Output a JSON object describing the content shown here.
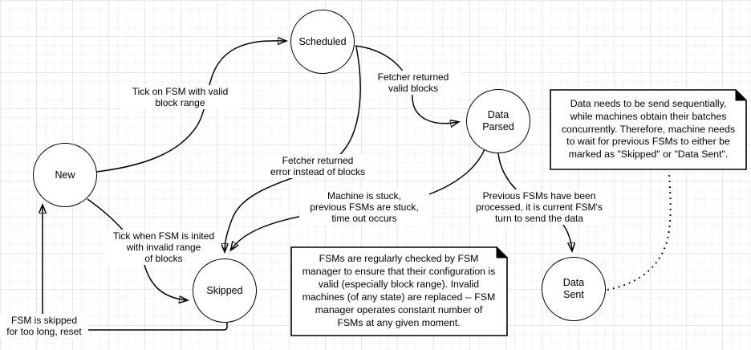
{
  "diagram": {
    "states": [
      {
        "id": "new",
        "label": "New"
      },
      {
        "id": "scheduled",
        "label": "Scheduled"
      },
      {
        "id": "data-parsed",
        "label": "Data\nParsed"
      },
      {
        "id": "skipped",
        "label": "Skipped"
      },
      {
        "id": "data-sent",
        "label": "Data\nSent"
      }
    ],
    "transitions": [
      {
        "from": "New",
        "to": "Scheduled",
        "label": "Tick on FSM with valid\nblock range"
      },
      {
        "from": "Scheduled",
        "to": "Data Parsed",
        "label": "Fetcher returned\nvalid blocks"
      },
      {
        "from": "Scheduled",
        "to": "Skipped",
        "label": "Fetcher returned\nerror instead of blocks"
      },
      {
        "from": "Data Parsed",
        "to": "Skipped",
        "label": "Machine is stuck,\nprevious FSMs are stuck,\ntime out occurs"
      },
      {
        "from": "Data Parsed",
        "to": "Data Sent",
        "label": "Previous FSMs have been\nprocessed, it is current FSM's\nturn to send the data"
      },
      {
        "from": "New",
        "to": "Skipped",
        "label": "Tick when FSM is inited\nwith invalid range\nof blocks"
      },
      {
        "from": "Skipped",
        "to": "New",
        "label": "FSM is skipped\nfor too long, reset"
      }
    ],
    "notes": [
      {
        "id": "note-sequential-send",
        "text": "Data needs to be send sequentially,\nwhile machines obtain their batches\nconcurrently. Therefore, machine needs\nto wait for previous FSMs to either be\nmarked as \"Skipped\" or \"Data Sent\"."
      },
      {
        "id": "note-fsm-manager",
        "text": "FSMs are regularly checked by FSM\nmanager to ensure that their configuration is\nvalid (especially block range). Invalid\nmachines (of any state) are replaced -- FSM\nmanager operates constant number of\nFSMs at any given moment."
      }
    ],
    "colors": {
      "stroke": "#000000",
      "node_fill": "#ffffff"
    }
  }
}
